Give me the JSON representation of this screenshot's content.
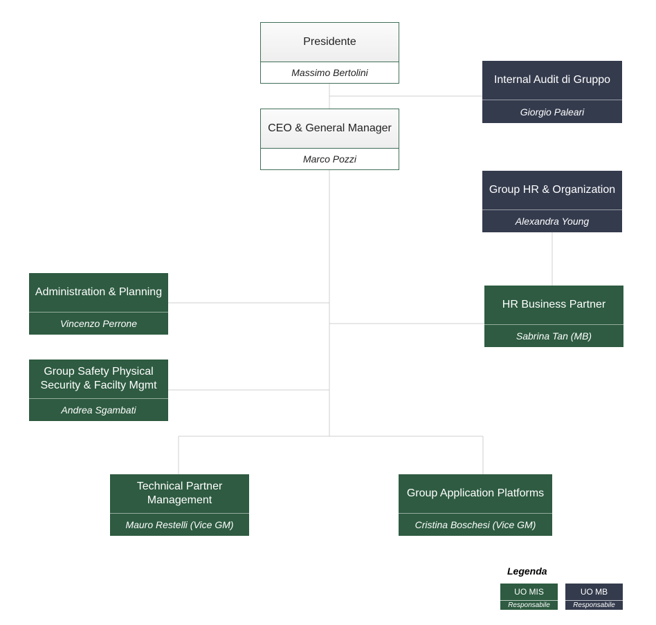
{
  "nodes": {
    "presidente": {
      "title": "Presidente",
      "name": "Massimo Bertolini"
    },
    "ceo": {
      "title": "CEO & General Manager",
      "name": "Marco Pozzi"
    },
    "internal_audit": {
      "title": "Internal Audit di Gruppo",
      "name": "Giorgio Paleari"
    },
    "group_hr": {
      "title": "Group HR & Organization",
      "name": "Alexandra Young"
    },
    "hr_business_partner": {
      "title": "HR Business Partner",
      "name": "Sabrina Tan (MB)"
    },
    "administration": {
      "title": "Administration & Planning",
      "name": "Vincenzo Perrone"
    },
    "group_safety": {
      "title": "Group Safety  Physical Security & Facilty Mgmt",
      "name": "Andrea Sgambati"
    },
    "technical_partner": {
      "title": "Technical Partner Management",
      "name": "Mauro Restelli (Vice GM)"
    },
    "group_app": {
      "title": "Group Application Platforms",
      "name": "Cristina Boschesi (Vice GM)"
    }
  },
  "legend": {
    "title": "Legenda",
    "mis": {
      "label": "UO MIS",
      "sub": "Responsabile",
      "color": "#2e5b41"
    },
    "mb": {
      "label": "UO MB",
      "sub": "Responsabile",
      "color": "#343b4d"
    }
  },
  "colors": {
    "mis": "#2e5b41",
    "mb": "#343b4d",
    "connector": "#cfcfcf"
  }
}
